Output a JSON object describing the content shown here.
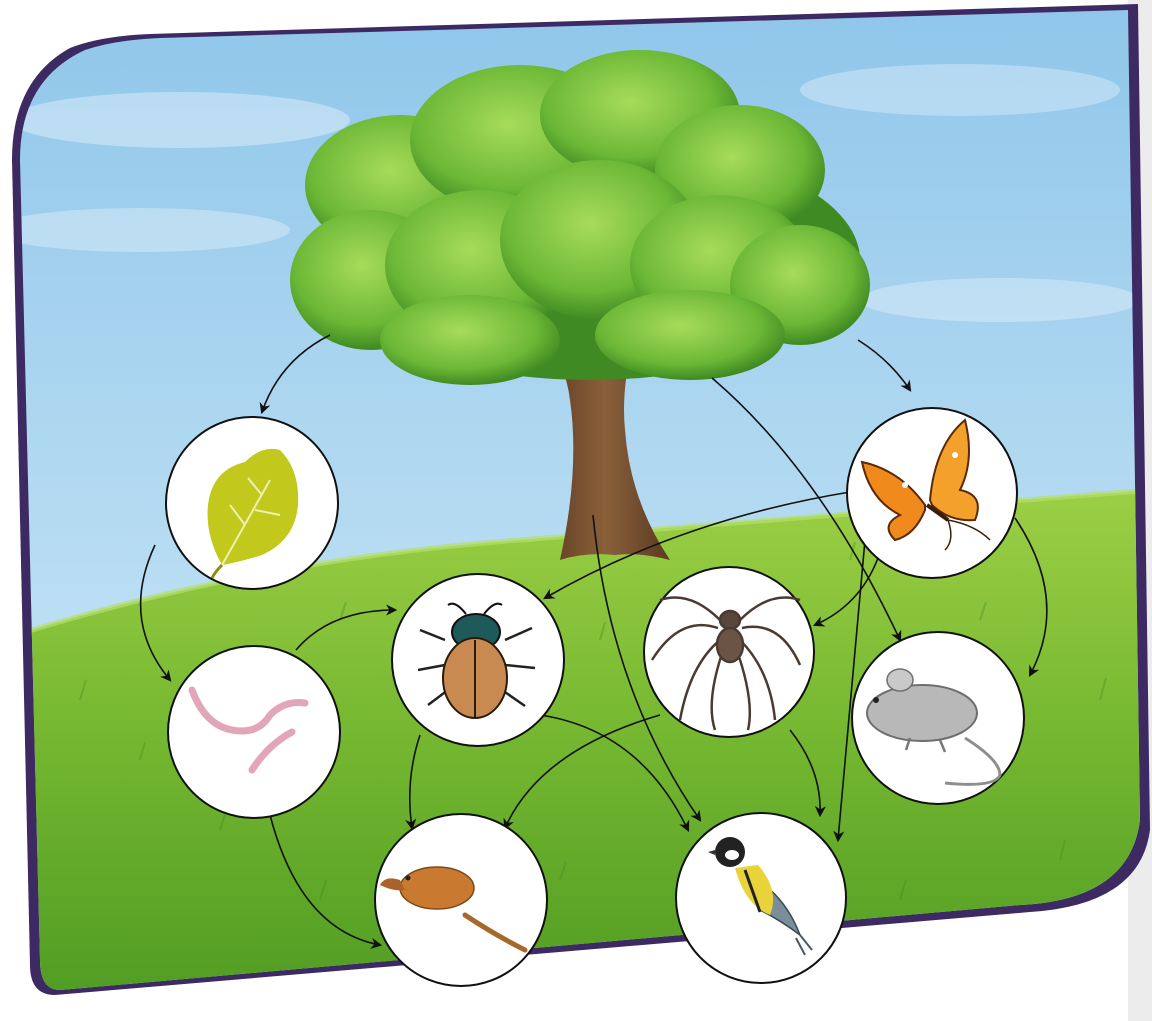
{
  "colors": {
    "frame": "#3d2a63",
    "sky_top": "#8fc6ea",
    "sky_bottom": "#cfe9f7",
    "grass_light": "#8cc63f",
    "grass_dark": "#3e8e1f",
    "foliage": "#6fbf3a",
    "foliage_dark": "#3f8f24",
    "trunk": "#7a5232",
    "arrow": "#111111",
    "circle_fill": "#ffffff",
    "circle_stroke": "#111111"
  },
  "nodes": [
    {
      "id": "tree",
      "icon": "oak-tree-icon"
    },
    {
      "id": "dead-leaf",
      "icon": "dead-leaf-icon"
    },
    {
      "id": "butterfly",
      "icon": "butterfly-icon"
    },
    {
      "id": "earthworm",
      "icon": "earthworm-icon"
    },
    {
      "id": "beetle",
      "icon": "beetle-icon"
    },
    {
      "id": "spider",
      "icon": "spider-icon"
    },
    {
      "id": "mouse",
      "icon": "mouse-icon"
    },
    {
      "id": "shrew",
      "icon": "shrew-icon"
    },
    {
      "id": "bird",
      "icon": "great-tit-icon"
    }
  ],
  "links": [
    {
      "from": "tree",
      "to": "dead-leaf"
    },
    {
      "from": "tree",
      "to": "butterfly"
    },
    {
      "from": "tree",
      "to": "mouse"
    },
    {
      "from": "tree",
      "to": "bird"
    },
    {
      "from": "dead-leaf",
      "to": "earthworm"
    },
    {
      "from": "earthworm",
      "to": "beetle"
    },
    {
      "from": "earthworm",
      "to": "shrew"
    },
    {
      "from": "beetle",
      "to": "shrew"
    },
    {
      "from": "beetle",
      "to": "bird"
    },
    {
      "from": "spider",
      "to": "shrew"
    },
    {
      "from": "spider",
      "to": "bird"
    },
    {
      "from": "butterfly",
      "to": "beetle"
    },
    {
      "from": "butterfly",
      "to": "spider"
    },
    {
      "from": "butterfly",
      "to": "mouse"
    },
    {
      "from": "butterfly",
      "to": "bird"
    }
  ]
}
